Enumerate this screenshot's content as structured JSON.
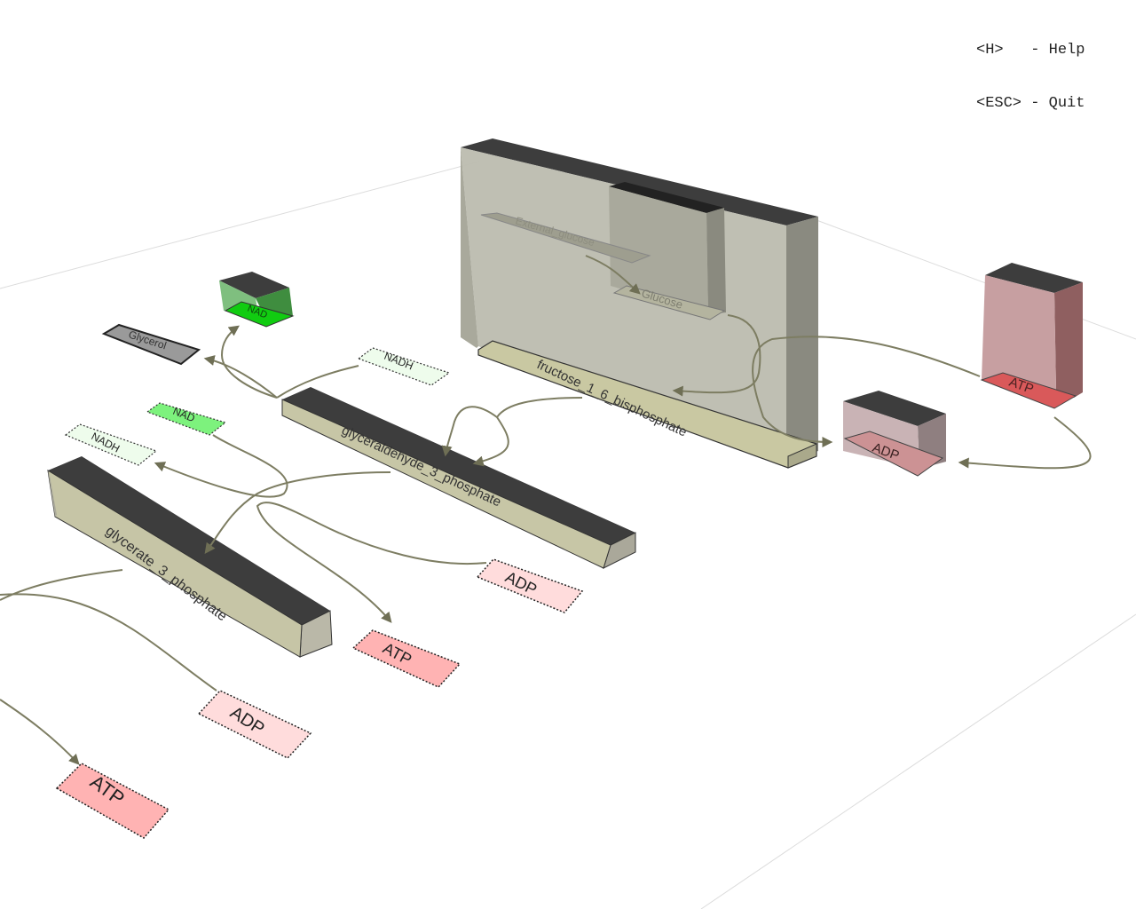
{
  "help": {
    "line1": "<H>   - Help",
    "line2": "<ESC> - Quit"
  },
  "nodes": {
    "external_glucose": "External_glucose",
    "glucose": "Glucose",
    "fructose": "fructose_1_6_bisphosphate",
    "atp_1": "ATP",
    "adp_1": "ADP",
    "nad_box": "NAD",
    "glycerol": "Glycerol",
    "nadh_1": "NADH",
    "g3p": "glyceraldehyde_3_phosphate",
    "nad_2": "NAD",
    "nadh_2": "NADH",
    "glycerate": "glycerate_3_phosphate",
    "adp_2": "ADP",
    "atp_2": "ATP",
    "adp_3": "ADP",
    "atp_3": "ATP"
  },
  "colors": {
    "compartment": "#b9b9aa",
    "bar_label": "#c9c8a2",
    "edge": "#7d7d62",
    "atp_fill": "#ffb3b3",
    "adp_fill": "#ffdcdc",
    "nad_fill": "#7df27d",
    "nadh_fill": "#eefcec"
  }
}
